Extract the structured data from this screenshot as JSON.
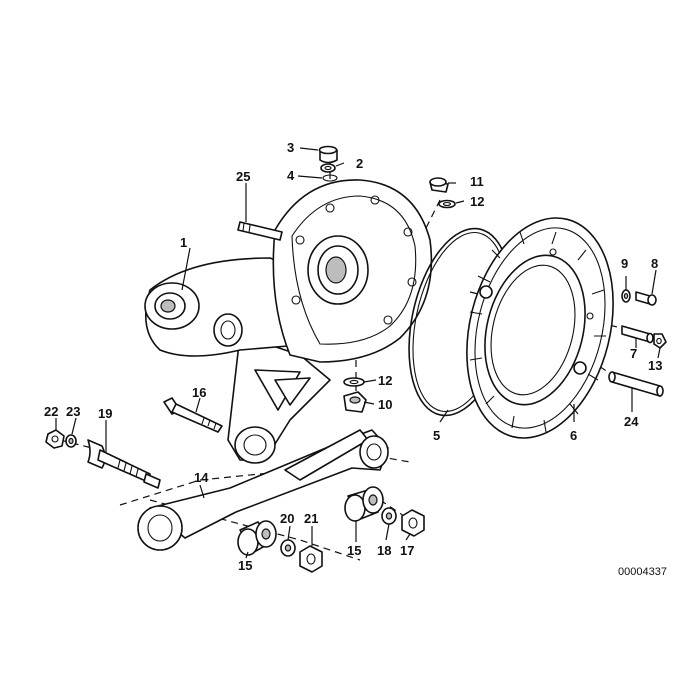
{
  "diagram": {
    "reference_number": "00004337",
    "callouts": {
      "c1": "1",
      "c2": "2",
      "c3": "3",
      "c4": "4",
      "c5": "5",
      "c6": "6",
      "c7": "7",
      "c8": "8",
      "c9": "9",
      "c10": "10",
      "c11": "11",
      "c12a": "12",
      "c12b": "12",
      "c13": "13",
      "c14": "14",
      "c15a": "15",
      "c15b": "15",
      "c16": "16",
      "c17": "17",
      "c18": "18",
      "c19": "19",
      "c20": "20",
      "c21": "21",
      "c22": "22",
      "c23": "23",
      "c24": "24",
      "c25": "25"
    },
    "colors": {
      "line": "#111111",
      "background": "#ffffff",
      "shade": "#bdbdbd"
    }
  }
}
